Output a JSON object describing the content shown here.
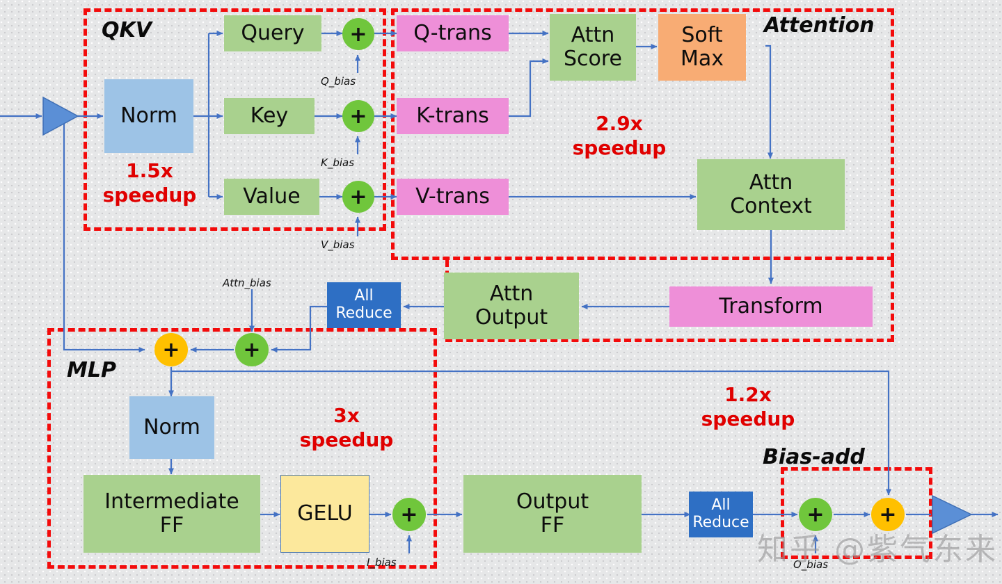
{
  "diagram": {
    "title": "Transformer layer fused-kernel speedup diagram",
    "watermark": "知乎 @紫气东来",
    "colors": {
      "green": "#a9d18e",
      "blue": "#9dc3e6",
      "pink": "#ee8fd8",
      "orange": "#f8ac74",
      "yellow": "#fce89c",
      "allreduce_blue": "#2e6fc4",
      "plus_green": "#70c63c",
      "plus_orange": "#ffc000",
      "frame_red": "#f30b0b",
      "arrow_blue": "#4472c4",
      "speedup_text": "#e00000",
      "background": "#e6e7e8"
    }
  },
  "groups": [
    {
      "id": "qkv",
      "label": "QKV"
    },
    {
      "id": "attention",
      "label": "Attention"
    },
    {
      "id": "mlp",
      "label": "MLP"
    },
    {
      "id": "biasadd",
      "label": "Bias-add"
    }
  ],
  "speedups": [
    {
      "id": "qkv-speedup",
      "value": "1.5x",
      "unit": "speedup",
      "text": "1.5x\nspeedup"
    },
    {
      "id": "attention-speedup",
      "value": "2.9x",
      "unit": "speedup",
      "text": "2.9x\nspeedup"
    },
    {
      "id": "mlp-speedup",
      "value": "3x",
      "unit": "speedup",
      "text": "3x\nspeedup"
    },
    {
      "id": "biasadd-speedup",
      "value": "1.2x",
      "unit": "speedup",
      "text": "1.2x\nspeedup"
    }
  ],
  "nodes": {
    "norm_attn": "Norm",
    "query": "Query",
    "key": "Key",
    "value": "Value",
    "q_trans": "Q-trans",
    "k_trans": "K-trans",
    "v_trans": "V-trans",
    "attn_score": "Attn\nScore",
    "softmax": "Soft\nMax",
    "attn_context": "Attn\nContext",
    "transform": "Transform",
    "attn_output": "Attn\nOutput",
    "all_reduce_attn": "All\nReduce",
    "norm_mlp": "Norm",
    "intermediate_ff": "Intermediate\nFF",
    "gelu": "GELU",
    "output_ff": "Output\nFF",
    "all_reduce_mlp": "All\nReduce"
  },
  "plus_nodes": [
    {
      "id": "q-plus",
      "label": "+",
      "color": "green"
    },
    {
      "id": "k-plus",
      "label": "+",
      "color": "green"
    },
    {
      "id": "v-plus",
      "label": "+",
      "color": "green"
    },
    {
      "id": "attn-bias-plus",
      "label": "+",
      "color": "green"
    },
    {
      "id": "residual-plus",
      "label": "+",
      "color": "orange"
    },
    {
      "id": "i-bias-plus",
      "label": "+",
      "color": "green"
    },
    {
      "id": "o-bias-plus",
      "label": "+",
      "color": "green"
    },
    {
      "id": "final-plus",
      "label": "+",
      "color": "orange"
    }
  ],
  "bias_labels": {
    "q_bias": "Q_bias",
    "k_bias": "K_bias",
    "v_bias": "V_bias",
    "attn_bias": "Attn_bias",
    "i_bias": "I_bias",
    "o_bias": "O_bias"
  }
}
